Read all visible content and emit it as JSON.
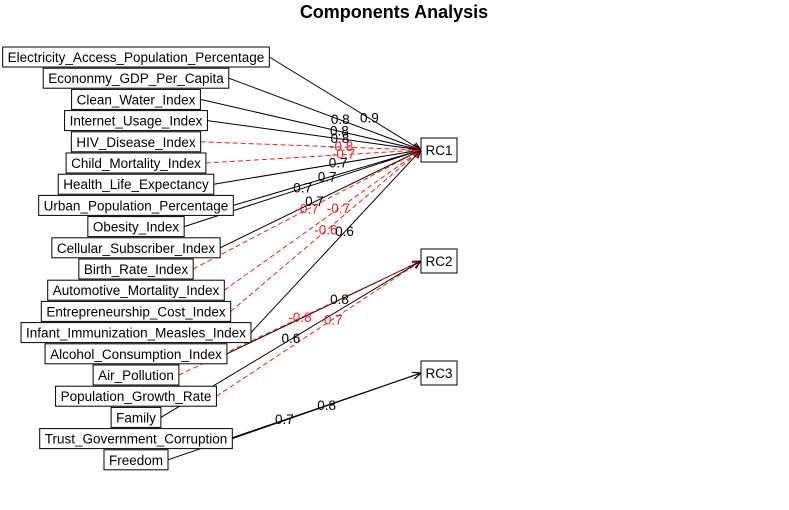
{
  "title": "Components Analysis",
  "colors": {
    "positive": "#000000",
    "negative": "#ee2222"
  },
  "components": [
    {
      "id": "RC1",
      "label": "RC1"
    },
    {
      "id": "RC2",
      "label": "RC2"
    },
    {
      "id": "RC3",
      "label": "RC3"
    }
  ],
  "variables": [
    {
      "label": "Electricity_Access_Population_Percentage",
      "component": "RC1",
      "loading": "0.9",
      "sign": "positive"
    },
    {
      "label": "Econonmy_GDP_Per_Capita",
      "component": "RC1",
      "loading": "0.8",
      "sign": "positive"
    },
    {
      "label": "Clean_Water_Index",
      "component": "RC1",
      "loading": "0.8",
      "sign": "positive"
    },
    {
      "label": "Internet_Usage_Index",
      "component": "RC1",
      "loading": "0.8",
      "sign": "positive"
    },
    {
      "label": "HIV_Disease_Index",
      "component": "RC1",
      "loading": "-0.8",
      "sign": "negative"
    },
    {
      "label": "Child_Mortality_Index",
      "component": "RC1",
      "loading": "-0.7",
      "sign": "negative"
    },
    {
      "label": "Health_Life_Expectancy",
      "component": "RC1",
      "loading": "0.7",
      "sign": "positive"
    },
    {
      "label": "Urban_Population_Percentage",
      "component": "RC1",
      "loading": "0.7",
      "sign": "positive"
    },
    {
      "label": "Obesity_Index",
      "component": "RC1",
      "loading": "0.7",
      "sign": "positive"
    },
    {
      "label": "Cellular_Subscriber_Index",
      "component": "RC1",
      "loading": "0.7",
      "sign": "positive"
    },
    {
      "label": "Birth_Rate_Index",
      "component": "RC1",
      "loading": "-0.7",
      "sign": "negative"
    },
    {
      "label": "Automotive_Mortality_Index",
      "component": "RC1",
      "loading": "-0.7",
      "sign": "negative"
    },
    {
      "label": "Entrepreneurship_Cost_Index",
      "component": "RC1",
      "loading": "-0.6",
      "sign": "negative"
    },
    {
      "label": "Infant_Immunization_Measles_Index",
      "component": "RC1",
      "loading": "0.6",
      "sign": "positive"
    },
    {
      "label": "Alcohol_Consumption_Index",
      "component": "RC2",
      "loading": "0.8",
      "sign": "positive"
    },
    {
      "label": "Air_Pollution",
      "component": "RC2",
      "loading": "-0.8",
      "sign": "negative"
    },
    {
      "label": "Population_Growth_Rate",
      "component": "RC2",
      "loading": "-0.7",
      "sign": "negative"
    },
    {
      "label": "Family",
      "component": "RC2",
      "loading": "0.6",
      "sign": "positive"
    },
    {
      "label": "Trust_Government_Corruption",
      "component": "RC3",
      "loading": "0.8",
      "sign": "positive"
    },
    {
      "label": "Freedom",
      "component": "RC3",
      "loading": "0.7",
      "sign": "positive"
    }
  ]
}
